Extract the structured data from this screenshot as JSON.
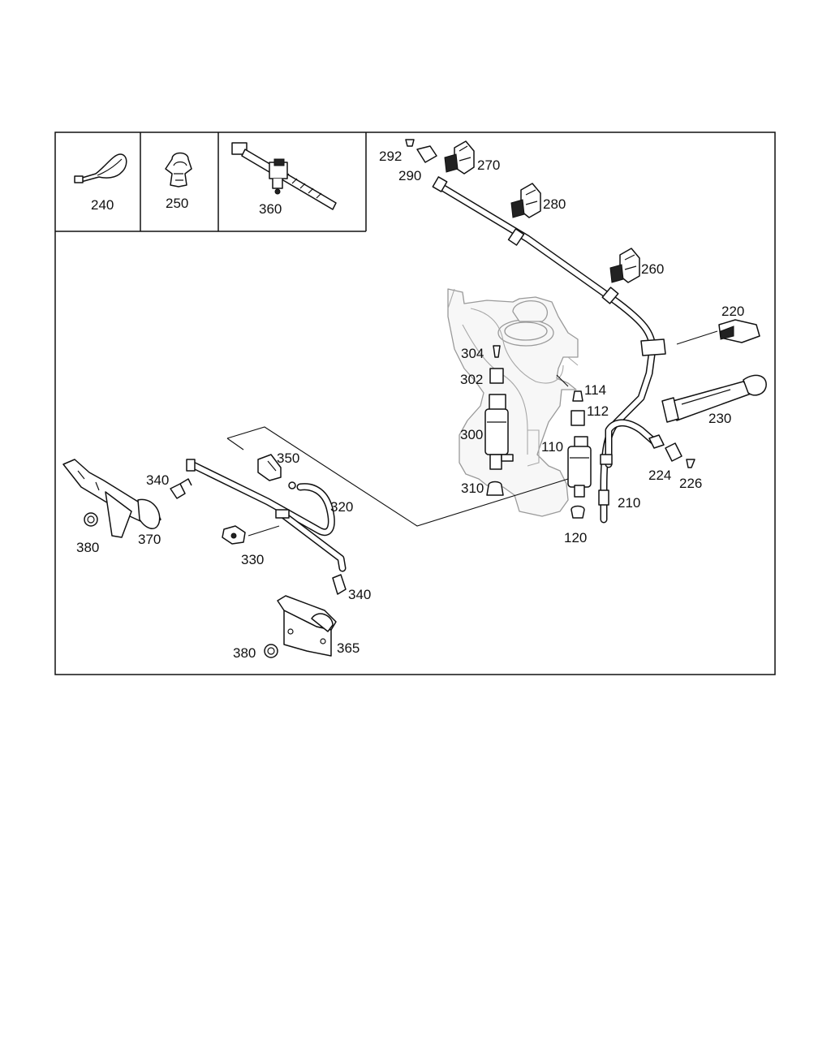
{
  "diagram": {
    "labels": {
      "p240": "240",
      "p250": "250",
      "p360": "360",
      "p292": "292",
      "p290": "290",
      "p270": "270",
      "p280": "280",
      "p260": "260",
      "p220": "220",
      "p230": "230",
      "p304": "304",
      "p302": "302",
      "p300": "300",
      "p310": "310",
      "p114": "114",
      "p112": "112",
      "p110": "110",
      "p120": "120",
      "p210": "210",
      "p224": "224",
      "p226": "226",
      "p350": "350",
      "p320": "320",
      "p330": "330",
      "p340a": "340",
      "p340b": "340",
      "p370": "370",
      "p380a": "380",
      "p380b": "380",
      "p365": "365"
    }
  }
}
